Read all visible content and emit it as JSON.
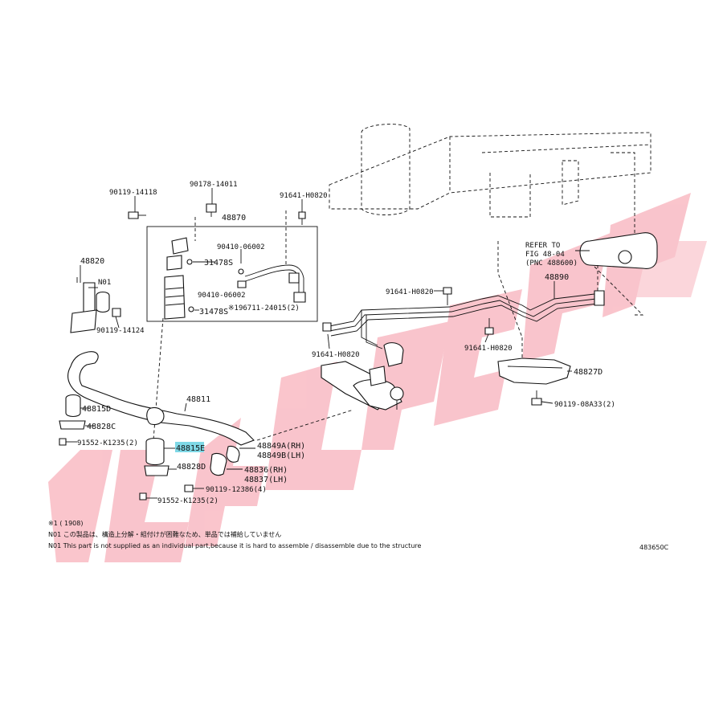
{
  "diagram": {
    "labels": {
      "p90119_14118": "90119-14118",
      "p90178_14011": "90178-14011",
      "p91641_h0820_a": "91641-H0820",
      "p48870": "48870",
      "p90410_06002_a": "90410-06002",
      "p31478s_a": "31478S",
      "p90410_06002_b": "90410-06002",
      "p31478s_b": "31478S",
      "p196711": "※196711-24015(2)",
      "p48820": "48820",
      "pN01": "N01",
      "p90119_14124": "90119-14124",
      "p91641_h0820_b": "91641-H0820",
      "p91641_h0820_c": "91641-H0820",
      "p91641_h0820_d": "91641-H0820",
      "p48890": "48890",
      "p48270": "48827D",
      "p90119_08a33": "90119-08A33(2)",
      "p48811": "48811",
      "p48815b": "48815D",
      "p48828c": "48828C",
      "p91552_a": "91552-K1235(2)",
      "p48815e": "48815E",
      "p48849a": "48849A(RH)",
      "p48849b": "48849B(LH)",
      "p48828d": "48828D",
      "p48836": "48836(RH)",
      "p48837": "48837(LH)",
      "p90119_12386": "90119-12386(4)",
      "p91552_b": "91552-K1235(2)"
    },
    "refer": {
      "line1": "REFER TO",
      "line2": "FIG 48-04",
      "line3": "(PNC 488600)"
    },
    "highlight_color": "#7fd8e6",
    "watermark_color": "#f05a6e",
    "notes": {
      "note1": "※1 (          1908)",
      "note2": "N01 この製品は、構造上分解・組付けが困難なため、単品では補給していません",
      "note3": "N01 This part is not supplied as an individual part,because it is hard to assemble / disassemble due to the structure"
    },
    "figure_id": "483650C"
  }
}
